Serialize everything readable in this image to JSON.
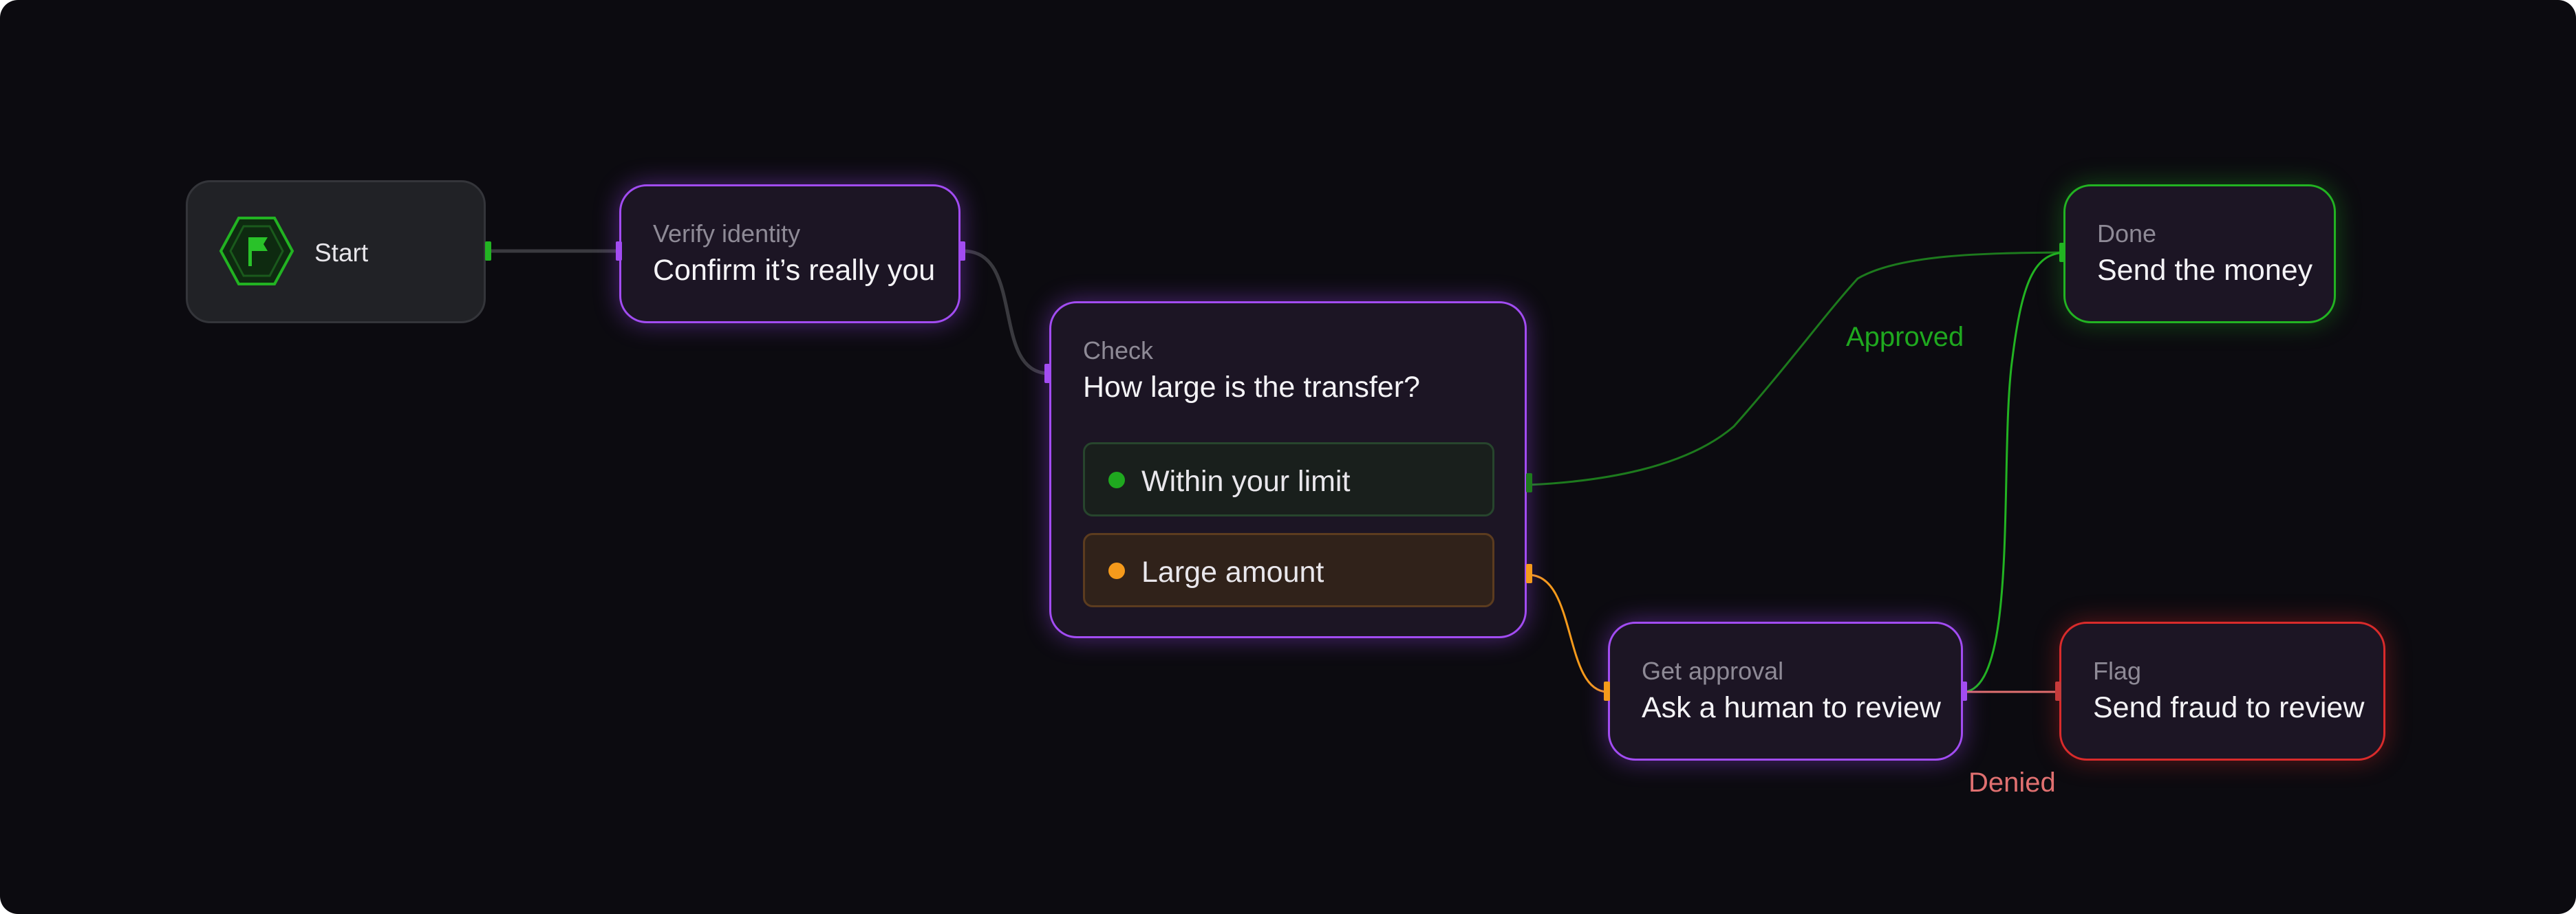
{
  "nodes": {
    "start": {
      "label": "Start",
      "icon": "flag-icon"
    },
    "verify": {
      "kicker": "Verify identity",
      "title": "Confirm it’s really you"
    },
    "check": {
      "kicker": "Check",
      "title": "How large is the transfer?",
      "options": [
        {
          "label": "Within your limit",
          "color": "#1fa81f"
        },
        {
          "label": "Large amount",
          "color": "#f59a1b"
        }
      ]
    },
    "approval": {
      "kicker": "Get approval",
      "title": "Ask a human to review"
    },
    "done": {
      "kicker": "Done",
      "title": "Send the money"
    },
    "flag": {
      "kicker": "Flag",
      "title": "Send fraud to review"
    }
  },
  "edges": [
    {
      "from": "start",
      "to": "verify"
    },
    {
      "from": "verify",
      "to": "check"
    },
    {
      "from": "check.option.0",
      "to": "done"
    },
    {
      "from": "check.option.1",
      "to": "approval"
    },
    {
      "from": "approval",
      "to": "done",
      "label": "Approved"
    },
    {
      "from": "approval",
      "to": "flag",
      "label": "Denied"
    }
  ],
  "edge_labels": {
    "approved": "Approved",
    "denied": "Denied"
  },
  "colors": {
    "background": "#0c0b10",
    "accent_purple": "#a24cf2",
    "success_green": "#22b322",
    "danger_red": "#d92b2b",
    "warning_orange": "#f59a1b",
    "approved_label": "#1fa81f",
    "denied_label": "#e07070"
  }
}
